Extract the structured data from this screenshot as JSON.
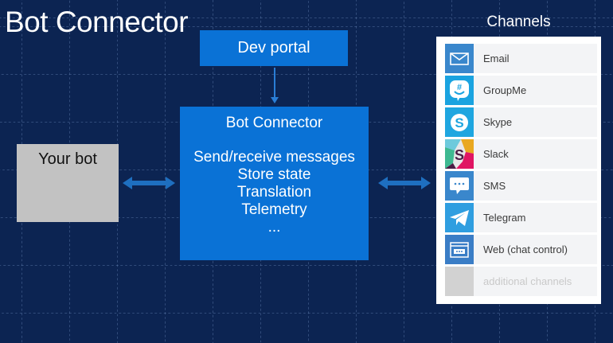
{
  "title": "Bot Connector",
  "dev_portal": {
    "label": "Dev portal"
  },
  "bot_connector": {
    "title": "Bot Connector",
    "features": [
      "Send/receive messages",
      "Store state",
      "Translation",
      "Telemetry",
      "..."
    ]
  },
  "your_bot": {
    "label": "Your bot"
  },
  "channels": {
    "title": "Channels",
    "items": [
      {
        "label": "Email",
        "icon": "envelope-icon",
        "color": "#3a87cc"
      },
      {
        "label": "GroupMe",
        "icon": "groupme-icon",
        "color": "#1aa3e0"
      },
      {
        "label": "Skype",
        "icon": "skype-icon",
        "color": "#1fa6e0"
      },
      {
        "label": "Slack",
        "icon": "slack-icon",
        "color": "#e8e8e8"
      },
      {
        "label": "SMS",
        "icon": "sms-icon",
        "color": "#3a87cc"
      },
      {
        "label": "Telegram",
        "icon": "telegram-icon",
        "color": "#2f9ee0"
      },
      {
        "label": "Web (chat control)",
        "icon": "web-chat-icon",
        "color": "#3a7dc6"
      },
      {
        "label": "additional channels",
        "icon": "placeholder-icon",
        "color": "#d2d2d2"
      }
    ]
  },
  "colors": {
    "background": "#0c2452",
    "box_blue": "#0a72d6",
    "arrow_blue": "#1e6fc0",
    "bot_gray": "#c2c2c2"
  }
}
